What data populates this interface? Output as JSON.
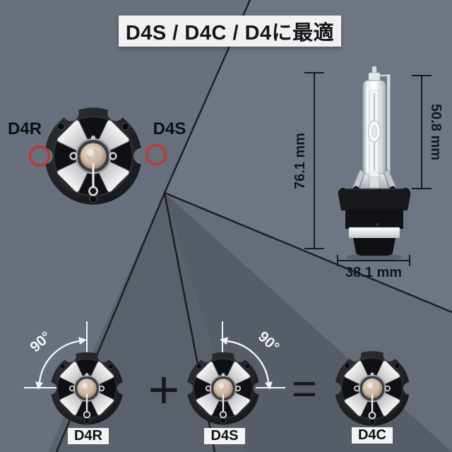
{
  "banner": {
    "title": "D4S / D4C / D4に最適"
  },
  "keying_diagram": {
    "left_label": "D4R",
    "right_label": "D4S"
  },
  "bulb_dimensions": {
    "overall_height": "76.1 mm",
    "glass_length": "50.8 mm",
    "base_width": "38.1 mm"
  },
  "conversion": {
    "left": {
      "label": "D4R",
      "angle": "90°"
    },
    "middle": {
      "label": "D4S",
      "angle": "90°"
    },
    "result": {
      "label": "D4C"
    },
    "plus_sign": "+",
    "equals_sign": "="
  },
  "colors": {
    "background": "#68707E",
    "panel_light": "#6E7684",
    "panel_dark": "#575D67",
    "seam_line": "#17191C",
    "banner_background": "#F1F1F2",
    "label_box_background": "#F4F4F4",
    "text_dark": "#111318",
    "annotation_white": "#F2F3F5",
    "highlight_red": "#BE3A38"
  }
}
